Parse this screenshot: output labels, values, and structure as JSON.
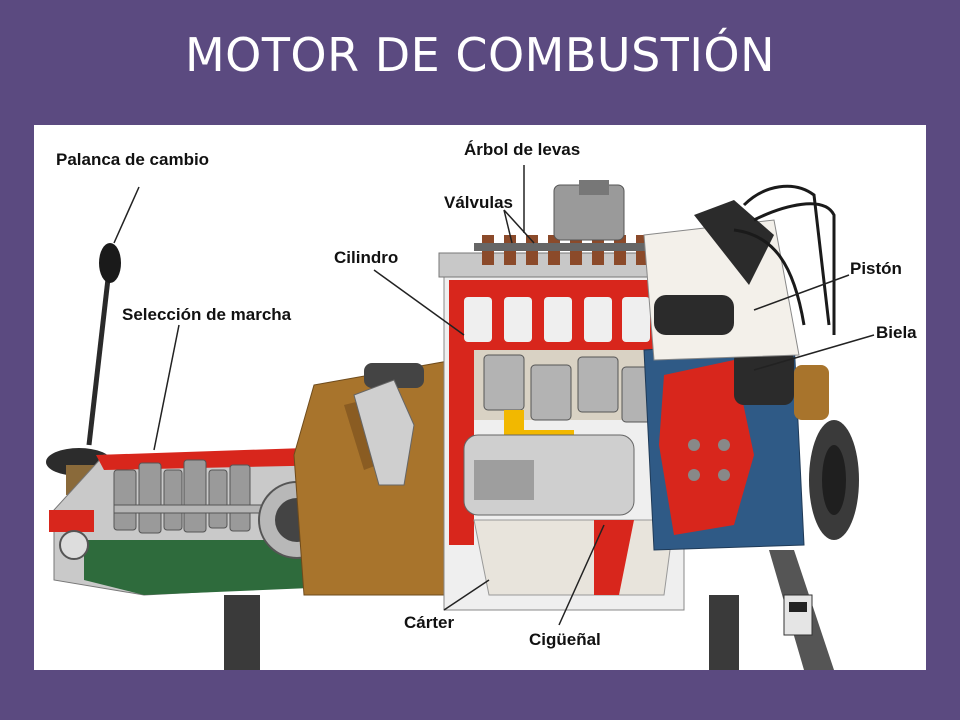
{
  "slide": {
    "title": "MOTOR DE COMBUSTIÓN"
  },
  "diagram": {
    "labels": {
      "palanca": "Palanca de cambio",
      "arbol": "Árbol de levas",
      "valvulas": "Válvulas",
      "cilindro": "Cilindro",
      "seleccion": "Selección de marcha",
      "piston": "Pistón",
      "biela": "Biela",
      "carter": "Cárter",
      "ciguenal": "Cigüeñal"
    }
  },
  "colors": {
    "background": "#5b4a80",
    "engine_red": "#d8261c",
    "engine_blue": "#2f5a86",
    "bronze": "#a8742c",
    "gearbox_green": "#2e6b3c"
  }
}
